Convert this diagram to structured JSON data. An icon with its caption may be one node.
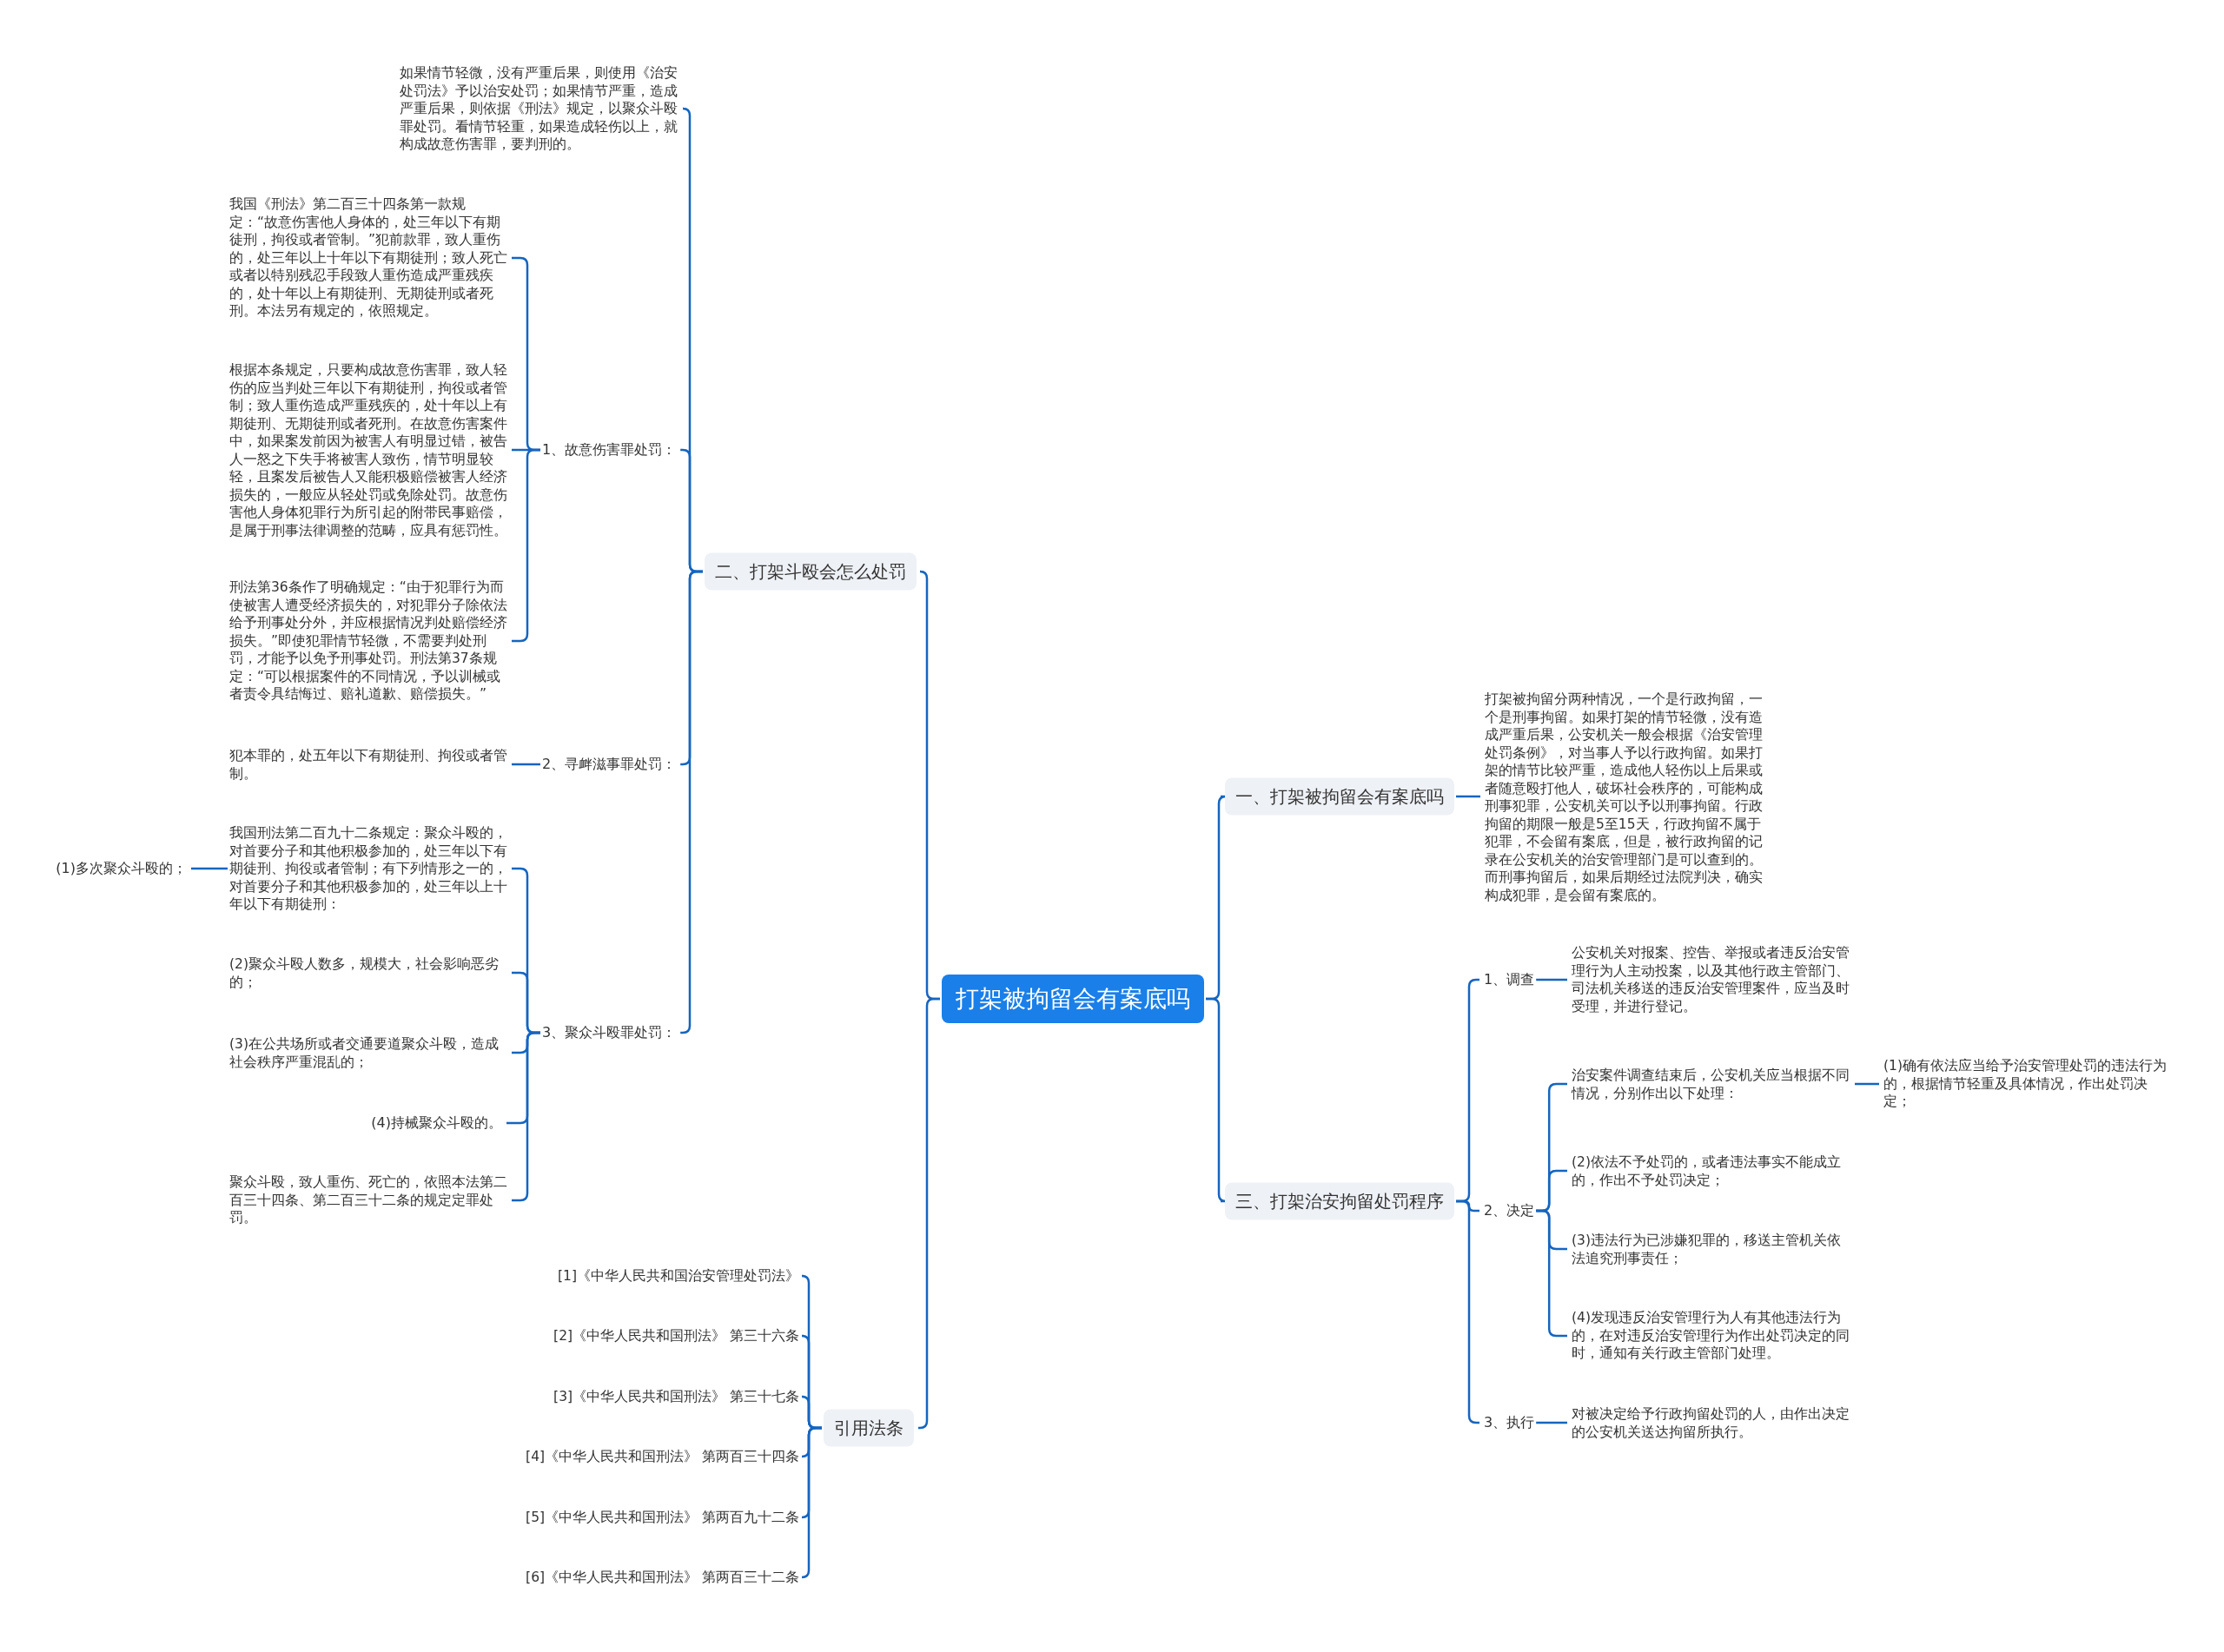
{
  "diagram": {
    "nodes": [
      {
        "text": [
          "打架被拘留会有案底吗"
        ]
      },
      {
        "text": [
          "二、打架斗殴会怎么处罚"
        ]
      },
      {
        "text": [
          "如果情节轻微，没有严重后果，则使用《治安处罚法》予以治安处罚；如果情节严重，造成严重后果，则依据《刑法》规定，以聚众斗殴罪处罚。看情节轻重，如果造成轻伤以上，就构成故意伤害罪，要判刑的。"
        ]
      },
      {
        "text": [
          "1、故意伤害罪处罚："
        ]
      },
      {
        "text": [
          "我国《刑法》第二百三十四条第一款规定：“故意伤害他人身体的，处三年以下有期徒刑，拘役或者管制。”犯前款罪，致人重伤的，处三年以上十年以下有期徒刑；致人死亡或者以特别残忍手段致人重伤造成严重残疾的，处十年以上有期徒刑、无期徒刑或者死刑。本法另有规定的，依照规定。"
        ]
      },
      {
        "text": [
          "根据本条规定，只要构成故意伤害罪，致人轻伤的应当判处三年以下有期徒刑，拘役或者管制；致人重伤造成严重残疾的，处十年以上有期徒刑、无期徒刑或者死刑。在故意伤害案件中，如果案发前因为被害人有明显过错，被告人一怒之下失手将被害人致伤，情节明显较轻，且案发后被告人又能积极赔偿被害人经济损失的，一般应从轻处罚或免除处罚。故意伤害他人身体犯罪行为所引起的附带民事赔偿，是属于刑事法律调整的范畴，应具有惩罚性。"
        ]
      },
      {
        "text": [
          "刑法第36条作了明确规定：“由于犯罪行为而使被害人遭受经济损失的，对犯罪分子除依法给予刑事处分外，并应根据情况判处赔偿经济损失。”即使犯罪情节轻微，不需要判处刑罚，才能予以免予刑事处罚。刑法第37条规定：“可以根据案件的不同情况，予以训械或者责令具结悔过、赔礼道歉、赔偿损失。”"
        ]
      },
      {
        "text": [
          "2、寻衅滋事罪处罚："
        ]
      },
      {
        "text": [
          "犯本罪的，处五年以下有期徒刑、拘役或者管制。"
        ]
      },
      {
        "text": [
          "3、聚众斗殴罪处罚："
        ]
      },
      {
        "text": [
          "我国刑法第二百九十二条规定：聚众斗殴的，对首要分子和其他积极参加的，处三年以下有期徒刑、拘役或者管制；有下列情形之一的，对首要分子和其他积极参加的，处三年以上十年以下有期徒刑："
        ]
      },
      {
        "text": [
          "(1)多次聚众斗殴的；"
        ]
      },
      {
        "text": [
          "(2)聚众斗殴人数多，规模大，社会影响恶劣的；"
        ]
      },
      {
        "text": [
          "(3)在公共场所或者交通要道聚众斗殴，造成社会秩序严重混乱的；"
        ]
      },
      {
        "text": [
          "(4)持械聚众斗殴的。"
        ]
      },
      {
        "text": [
          "聚众斗殴，致人重伤、死亡的，依照本法第二百三十四条、第二百三十二条的规定定罪处罚。"
        ]
      },
      {
        "text": [
          "引用法条"
        ]
      },
      {
        "text": [
          "[1]《中华人民共和国治安管理处罚法》"
        ]
      },
      {
        "text": [
          "[2]《中华人民共和国刑法》 第三十六条"
        ]
      },
      {
        "text": [
          "[3]《中华人民共和国刑法》 第三十七条"
        ]
      },
      {
        "text": [
          "[4]《中华人民共和国刑法》 第两百三十四条"
        ]
      },
      {
        "text": [
          "[5]《中华人民共和国刑法》 第两百九十二条"
        ]
      },
      {
        "text": [
          "[6]《中华人民共和国刑法》 第两百三十二条"
        ]
      },
      {
        "text": [
          "一、打架被拘留会有案底吗"
        ]
      },
      {
        "text": [
          "打架被拘留分两种情况，一个是行政拘留，一个是刑事拘留。如果打架的情节轻微，没有造成严重后果，公安机关一般会根据《治安管理处罚条例》，对当事人予以行政拘留。如果打架的情节比较严重，造成他人轻伤以上后果或者随意殴打他人，破坏社会秩序的，可能构成刑事犯罪，公安机关可以予以刑事拘留。行政拘留的期限一般是5至15天，行政拘留不属于犯罪，不会留有案底，但是，被行政拘留的记录在公安机关的治安管理部门是可以查到的。而刑事拘留后，如果后期经过法院判决，确实构成犯罪，是会留有案底的。"
        ]
      },
      {
        "text": [
          "三、打架治安拘留处罚程序"
        ]
      },
      {
        "text": [
          "1、调查"
        ]
      },
      {
        "text": [
          "公安机关对报案、控告、举报或者违反治安管理行为人主动投案，以及其他行政主管部门、司法机关移送的违反治安管理案件，应当及时受理，并进行登记。"
        ]
      },
      {
        "text": [
          "2、决定"
        ]
      },
      {
        "text": [
          "治安案件调查结束后，公安机关应当根据不同情况，分别作出以下处理："
        ]
      },
      {
        "text": [
          "(1)确有依法应当给予治安管理处罚的违法行为的，根据情节轻重及具体情况，作出处罚决定；"
        ]
      },
      {
        "text": [
          "(2)依法不予处罚的，或者违法事实不能成立的，作出不予处罚决定；"
        ]
      },
      {
        "text": [
          "(3)违法行为已涉嫌犯罪的，移送主管机关依法追究刑事责任；"
        ]
      },
      {
        "text": [
          "(4)发现违反治安管理行为人有其他违法行为的，在对违反治安管理行为作出处罚决定的同时，通知有关行政主管部门处理。"
        ]
      },
      {
        "text": [
          "3、执行"
        ]
      },
      {
        "text": [
          "对被决定给予行政拘留处罚的人，由作出决定的公安机关送达拘留所执行。"
        ]
      }
    ],
    "edges": [
      {
        "from": 0,
        "to": 1,
        "arrow": "none"
      },
      {
        "from": 0,
        "to": 16,
        "arrow": "none"
      },
      {
        "from": 0,
        "to": 23,
        "arrow": "none"
      },
      {
        "from": 0,
        "to": 25,
        "arrow": "none"
      },
      {
        "from": 1,
        "to": 2,
        "arrow": "none"
      },
      {
        "from": 1,
        "to": 3,
        "arrow": "none"
      },
      {
        "from": 1,
        "to": 7,
        "arrow": "none"
      },
      {
        "from": 1,
        "to": 9,
        "arrow": "none"
      },
      {
        "from": 3,
        "to": 4,
        "arrow": "none"
      },
      {
        "from": 3,
        "to": 5,
        "arrow": "none"
      },
      {
        "from": 3,
        "to": 6,
        "arrow": "none"
      },
      {
        "from": 7,
        "to": 8,
        "arrow": "none"
      },
      {
        "from": 9,
        "to": 10,
        "arrow": "none"
      },
      {
        "from": 9,
        "to": 12,
        "arrow": "none"
      },
      {
        "from": 9,
        "to": 13,
        "arrow": "none"
      },
      {
        "from": 9,
        "to": 14,
        "arrow": "none"
      },
      {
        "from": 9,
        "to": 15,
        "arrow": "none"
      },
      {
        "from": 10,
        "to": 11,
        "arrow": "none"
      },
      {
        "from": 16,
        "to": 17,
        "arrow": "none"
      },
      {
        "from": 16,
        "to": 18,
        "arrow": "none"
      },
      {
        "from": 16,
        "to": 19,
        "arrow": "none"
      },
      {
        "from": 16,
        "to": 20,
        "arrow": "none"
      },
      {
        "from": 16,
        "to": 21,
        "arrow": "none"
      },
      {
        "from": 16,
        "to": 22,
        "arrow": "none"
      },
      {
        "from": 23,
        "to": 24,
        "arrow": "none"
      },
      {
        "from": 25,
        "to": 26,
        "arrow": "none"
      },
      {
        "from": 25,
        "to": 28,
        "arrow": "none"
      },
      {
        "from": 25,
        "to": 34,
        "arrow": "none"
      },
      {
        "from": 26,
        "to": 27,
        "arrow": "none"
      },
      {
        "from": 28,
        "to": 29,
        "arrow": "none"
      },
      {
        "from": 28,
        "to": 31,
        "arrow": "none"
      },
      {
        "from": 28,
        "to": 32,
        "arrow": "none"
      },
      {
        "from": 28,
        "to": 33,
        "arrow": "none"
      },
      {
        "from": 29,
        "to": 30,
        "arrow": "none"
      },
      {
        "from": 34,
        "to": 35,
        "arrow": "none"
      }
    ]
  }
}
